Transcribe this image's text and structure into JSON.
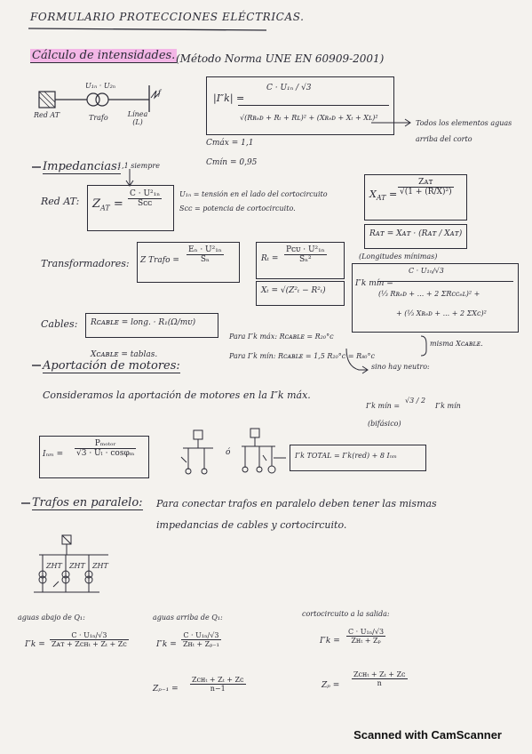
{
  "title": "FORMULARIO PROTECCIONES ELÉCTRICAS.",
  "calc": {
    "heading": "Cálculo de intensidades.",
    "norm": "(Método Norma UNE EN 60909-2001)",
    "diagram": {
      "source": "Red AT",
      "voltage": "U₁ₙ · U₂ₙ",
      "trafo": "Trafo",
      "line": "Línea (L)",
      "fault": "f"
    },
    "formula_lhs": "|I″k| =",
    "formula_num": "C · U₁ₙ / √3",
    "formula_den": "√(Rʀₑᴅ + Rₜ + Rʟ)² + (Xʀₑᴅ + Xₜ + Xʟ)²",
    "note": "Todos los elementos aguas arriba del corto",
    "cmax": "Cmáx = 1,1",
    "cmin": "Cmín = 0,95"
  },
  "imp": {
    "heading": "Impedancias:",
    "always": "1,1 siempre",
    "red_label": "Red AT:",
    "zat_lhs": "Z",
    "zat_sub": "AT",
    "zat_num": "C · U²₁ₙ",
    "zat_den": "Sᴄᴄ",
    "def1": "U₁ₙ = tensión en el lado del cortocircuito",
    "def2": "Sᴄᴄ = potencia de cortocircuito.",
    "xat_lhs": "X",
    "xat_num": "Zᴀᴛ",
    "xat_den": "√(1 + (R/X)²)",
    "rat": "Rᴀᴛ = Xᴀᴛ · (Rᴀᴛ / Xᴀᴛ)",
    "long": "(Longitudes mínimas)",
    "trafo_label": "Transformadores:",
    "ztr_lhs": "Z Trafo =",
    "ztr_num": "Eₙ · U²₁ₙ",
    "ztr_den": "Sₙ",
    "rt_lhs": "Rₜ =",
    "rt_num": "Pᴄᴜ · U²₁ₙ",
    "rt_den": "Sₙ²",
    "xt": "Xₜ = √(Z²ₜ − R²ₜ)",
    "ikmin_lhs": "I″k mín =",
    "ikmin_num": "C · U₁ₙ/√3",
    "ikmin_den1": "(⅓ Rʀₑᴅ + ... + 2 ΣRᴄᴄₑʟ)² +",
    "ikmin_den2": "+ (⅓ Xʀₑᴅ + ... + 2 ΣXᴄ)²",
    "cable_label": "Cables:",
    "rcable": "Rᴄᴀʙʟᴇ = long. · R₁(Ω/mᴜ)",
    "xcable": "Xᴄᴀʙʟᴇ = tablas.",
    "para_max": "Para I″k máx: Rᴄᴀʙʟᴇ = R₂₀°ᴄ",
    "para_min": "Para I″k mín: Rᴄᴀʙʟᴇ = 1,5 R₂₀°ᴄ = R₈₀°ᴄ",
    "misma": "misma Xᴄᴀʙʟᴇ.",
    "sin_neutro": "sino hay neutro:",
    "bif_lhs": "I″k mín =",
    "bif_frac": "√3 / 2",
    "bif_rhs": "I″k mín",
    "bif_note": "(bifásico)"
  },
  "motors": {
    "heading": "Aportación de motores:",
    "consider": "Consideramos la aportación de motores en la I″k máx.",
    "inm_lhs": "Iₙₘ =",
    "inm_num": "Pₘₒₜₒᵣ",
    "inm_den": "√3 · Uₗ · cosφₘ",
    "o": "ó",
    "total": "I″k TOTAL = I″k(red) + 8 Iₙₘ"
  },
  "parallel": {
    "heading": "Trafos en paralelo:",
    "text1": "Para conectar trafos en paralelo deben tener las mismas",
    "text2": "impedancias de cables y cortocircuito.",
    "cases": [
      {
        "title": "aguas abajo de Q₁:",
        "lhs": "I″k =",
        "num": "C · U₁ₙ/√3",
        "den": "Zᴀᴛ + Zᴄʜₜ + Zₜ + Zᴄ"
      },
      {
        "title": "aguas arriba de Q₁:",
        "lhs": "I″k =",
        "num": "C · U₁ₙ/√3",
        "den": "Zʜₜ + Zₚ₋₁",
        "lhs2": "Zₚ₋₁ =",
        "num2": "Zᴄʜₜ + Zₜ + Zᴄ",
        "den2": "n−1"
      },
      {
        "title": "cortocircuito a la salida:",
        "lhs": "I″k =",
        "num": "C · U₁ₙ/√3",
        "den": "Zʜₜ + Zₚ",
        "lhs2": "Zₚ =",
        "num2": "Zᴄʜₜ + Zₜ + Zᴄ",
        "den2": "n"
      }
    ],
    "labels": [
      "ZHT",
      "ZHT",
      "ZHT"
    ]
  },
  "footer": "Scanned with CamScanner"
}
